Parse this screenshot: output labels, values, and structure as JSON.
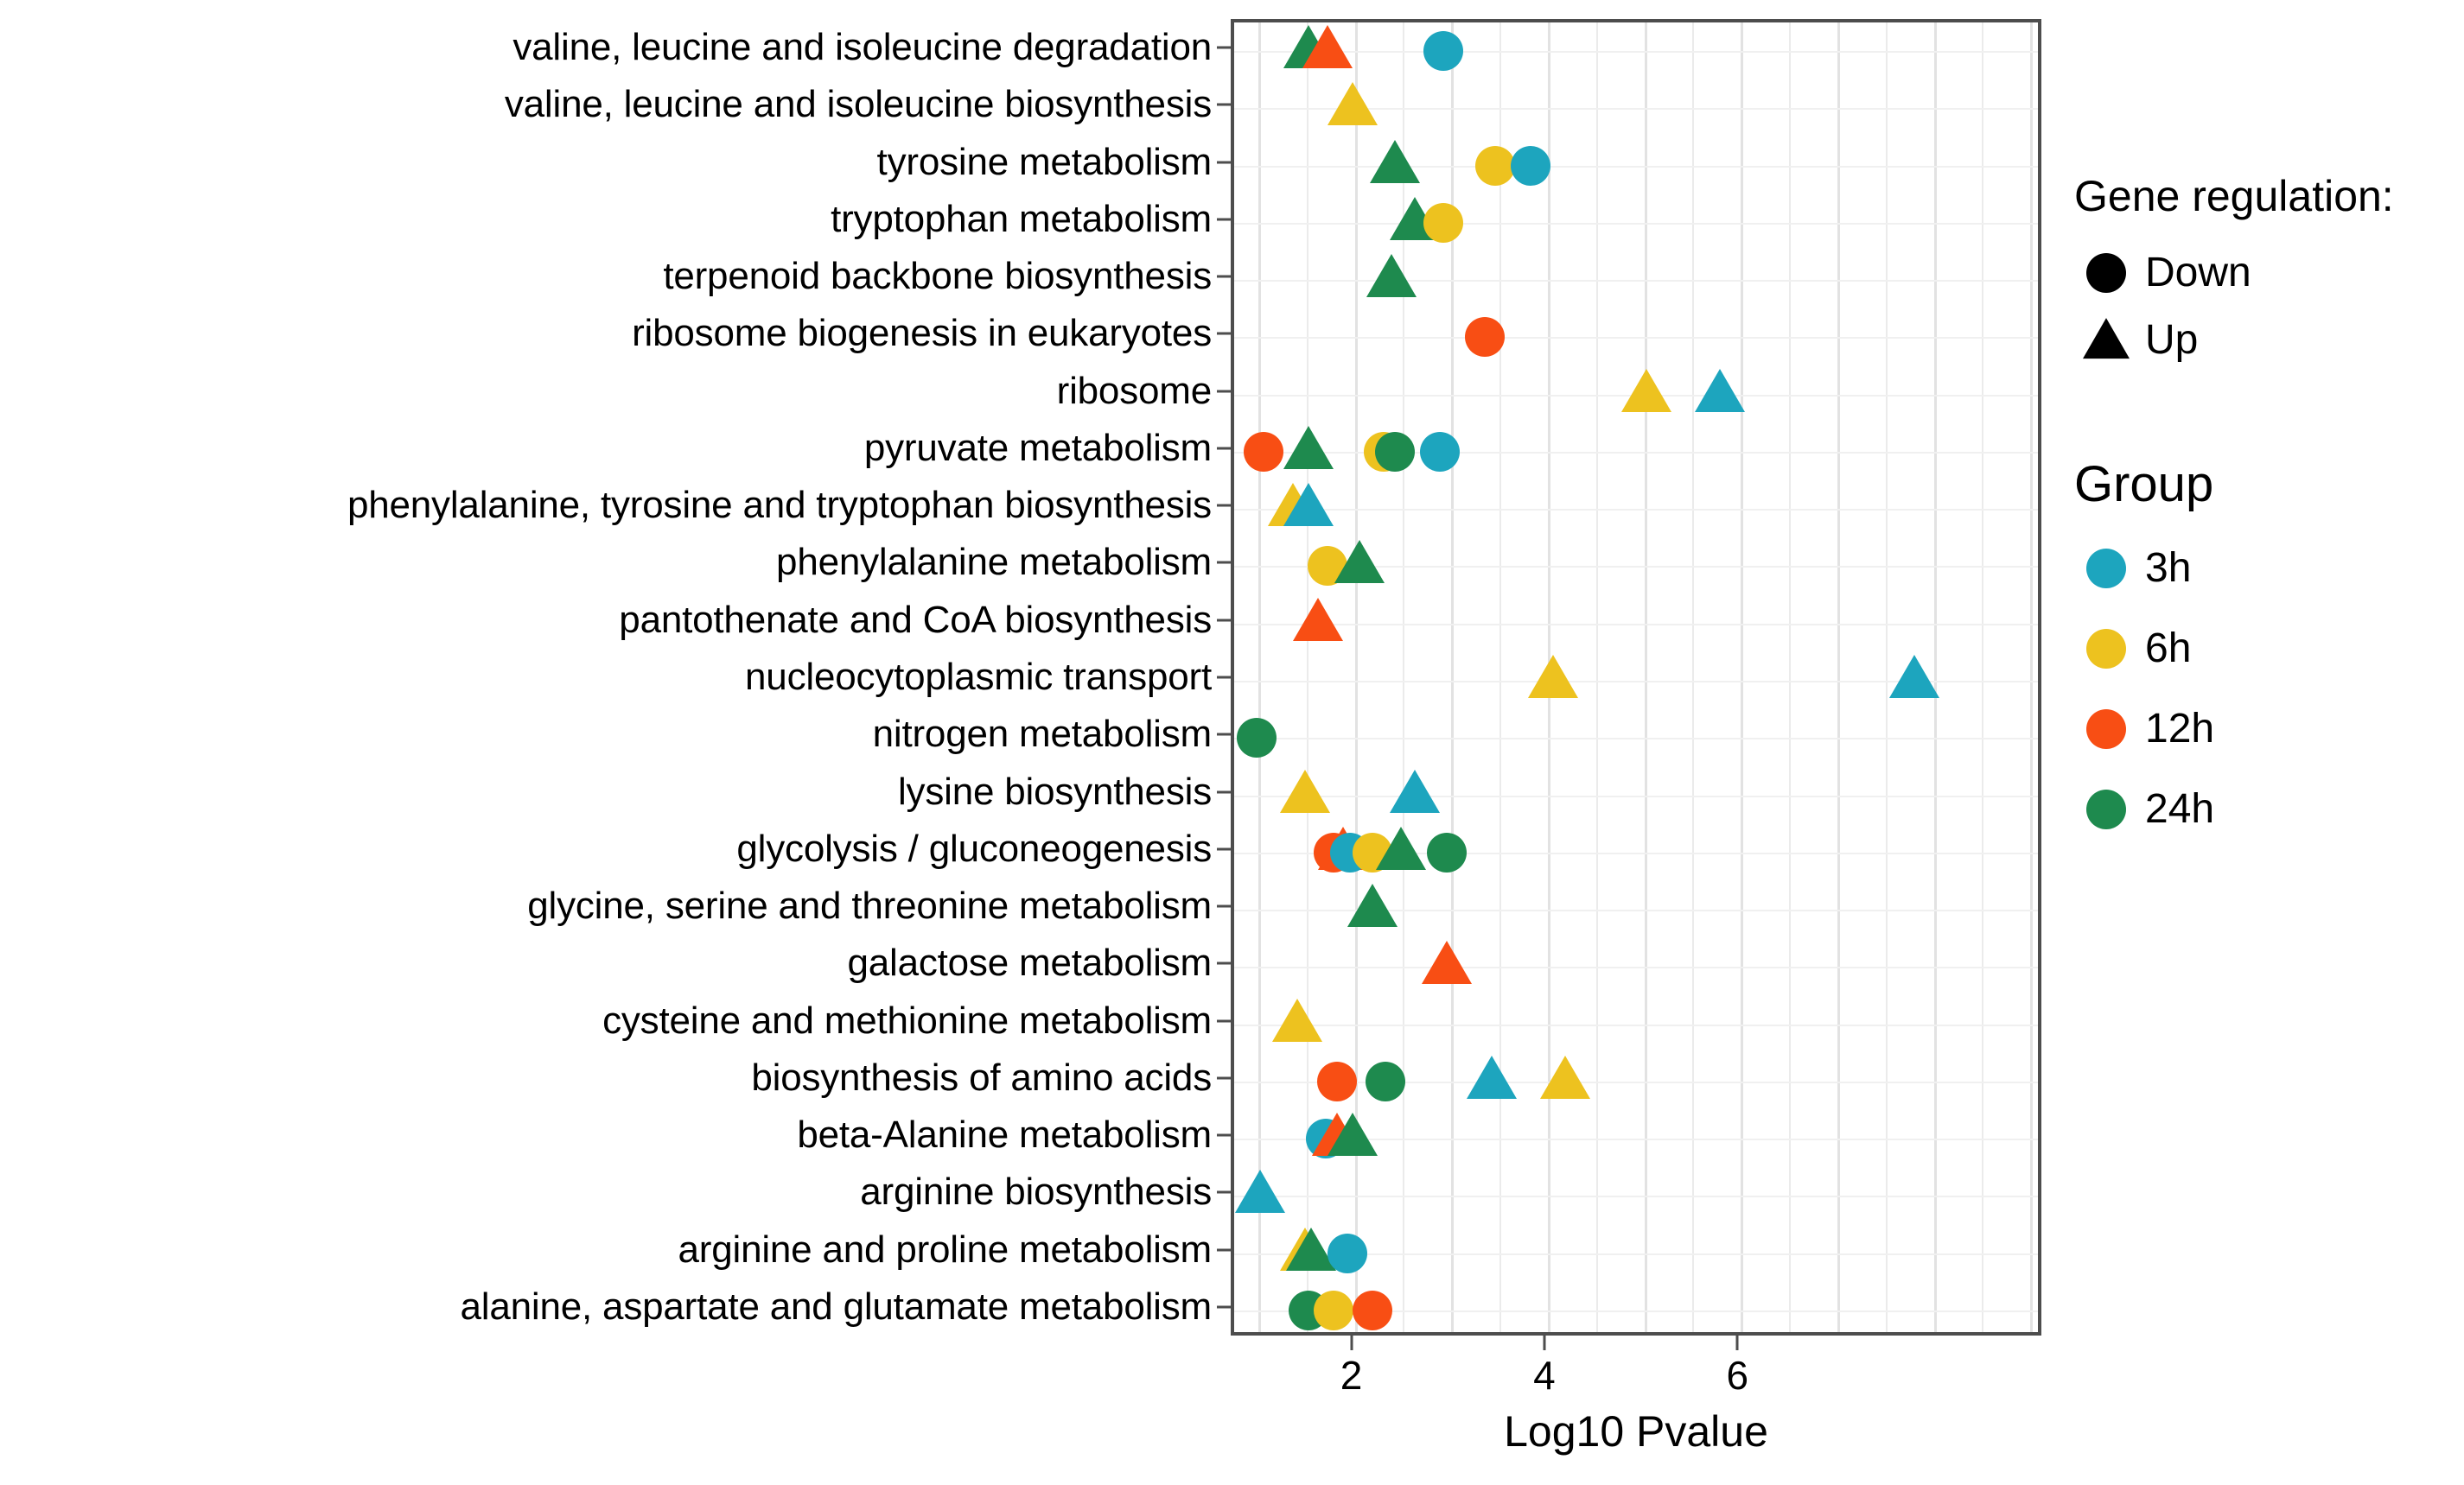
{
  "chart_data": {
    "type": "scatter",
    "title": "",
    "xlabel": "Log10 Pvalue",
    "ylabel": "",
    "xlim": [
      0.75,
      9.15
    ],
    "xticks": [
      2,
      4,
      6
    ],
    "xtick_labels": [
      "2",
      "4",
      "6"
    ],
    "grid": true,
    "legend_position": "right",
    "shape_legend": {
      "title": "Gene regulation:",
      "entries": [
        {
          "label": "Down",
          "shape": "circle"
        },
        {
          "label": "Up",
          "shape": "triangle"
        }
      ]
    },
    "color_legend": {
      "title": "Group",
      "entries": [
        {
          "label": "3h",
          "color": "#1DA5BE"
        },
        {
          "label": "6h",
          "color": "#EDC21F"
        },
        {
          "label": "12h",
          "color": "#F84E14"
        },
        {
          "label": "24h",
          "color": "#1E8A4E"
        }
      ]
    },
    "categories": [
      "valine, leucine and isoleucine degradation",
      "valine, leucine and isoleucine biosynthesis",
      "tyrosine metabolism",
      "tryptophan metabolism",
      "terpenoid backbone biosynthesis",
      "ribosome biogenesis in eukaryotes",
      "ribosome",
      "pyruvate metabolism",
      "phenylalanine, tyrosine and tryptophan biosynthesis",
      "phenylalanine metabolism",
      "pantothenate and CoA biosynthesis",
      "nucleocytoplasmic transport",
      "nitrogen metabolism",
      "lysine biosynthesis",
      "glycolysis / gluconeogenesis",
      "glycine, serine and threonine metabolism",
      "galactose metabolism",
      "cysteine and methionine metabolism",
      "biosynthesis of amino acids",
      "beta-Alanine metabolism",
      "arginine biosynthesis",
      "arginine and proline metabolism",
      "alanine, aspartate and glutamate metabolism"
    ],
    "points": [
      {
        "category": "valine, leucine and isoleucine degradation",
        "x": 1.52,
        "group": "24h",
        "regulation": "Up"
      },
      {
        "category": "valine, leucine and isoleucine degradation",
        "x": 1.72,
        "group": "12h",
        "regulation": "Up"
      },
      {
        "category": "valine, leucine and isoleucine degradation",
        "x": 2.92,
        "group": "3h",
        "regulation": "Down"
      },
      {
        "category": "valine, leucine and isoleucine biosynthesis",
        "x": 1.98,
        "group": "6h",
        "regulation": "Up"
      },
      {
        "category": "tyrosine metabolism",
        "x": 2.42,
        "group": "24h",
        "regulation": "Up"
      },
      {
        "category": "tyrosine metabolism",
        "x": 3.45,
        "group": "6h",
        "regulation": "Down"
      },
      {
        "category": "tyrosine metabolism",
        "x": 3.82,
        "group": "3h",
        "regulation": "Down"
      },
      {
        "category": "tryptophan metabolism",
        "x": 2.62,
        "group": "24h",
        "regulation": "Up"
      },
      {
        "category": "tryptophan metabolism",
        "x": 2.92,
        "group": "6h",
        "regulation": "Down"
      },
      {
        "category": "terpenoid backbone biosynthesis",
        "x": 2.38,
        "group": "24h",
        "regulation": "Up"
      },
      {
        "category": "ribosome biogenesis in eukaryotes",
        "x": 3.35,
        "group": "12h",
        "regulation": "Down"
      },
      {
        "category": "ribosome",
        "x": 5.02,
        "group": "6h",
        "regulation": "Up"
      },
      {
        "category": "ribosome",
        "x": 5.78,
        "group": "3h",
        "regulation": "Up"
      },
      {
        "category": "pyruvate metabolism",
        "x": 1.05,
        "group": "12h",
        "regulation": "Down"
      },
      {
        "category": "pyruvate metabolism",
        "x": 1.52,
        "group": "24h",
        "regulation": "Up"
      },
      {
        "category": "pyruvate metabolism",
        "x": 2.3,
        "group": "6h",
        "regulation": "Down"
      },
      {
        "category": "pyruvate metabolism",
        "x": 2.42,
        "group": "24h",
        "regulation": "Down"
      },
      {
        "category": "pyruvate metabolism",
        "x": 2.88,
        "group": "3h",
        "regulation": "Down"
      },
      {
        "category": "phenylalanine, tyrosine and tryptophan biosynthesis",
        "x": 1.36,
        "group": "6h",
        "regulation": "Up"
      },
      {
        "category": "phenylalanine, tyrosine and tryptophan biosynthesis",
        "x": 1.52,
        "group": "3h",
        "regulation": "Up"
      },
      {
        "category": "phenylalanine metabolism",
        "x": 1.72,
        "group": "6h",
        "regulation": "Down"
      },
      {
        "category": "phenylalanine metabolism",
        "x": 2.05,
        "group": "24h",
        "regulation": "Up"
      },
      {
        "category": "pantothenate and CoA biosynthesis",
        "x": 1.62,
        "group": "12h",
        "regulation": "Up"
      },
      {
        "category": "nucleocytoplasmic transport",
        "x": 4.05,
        "group": "6h",
        "regulation": "Up"
      },
      {
        "category": "nucleocytoplasmic transport",
        "x": 7.8,
        "group": "3h",
        "regulation": "Up"
      },
      {
        "category": "nitrogen metabolism",
        "x": 0.98,
        "group": "24h",
        "regulation": "Down"
      },
      {
        "category": "lysine biosynthesis",
        "x": 1.48,
        "group": "6h",
        "regulation": "Up"
      },
      {
        "category": "lysine biosynthesis",
        "x": 2.62,
        "group": "3h",
        "regulation": "Up"
      },
      {
        "category": "glycolysis / gluconeogenesis",
        "x": 1.78,
        "group": "12h",
        "regulation": "Down"
      },
      {
        "category": "glycolysis / gluconeogenesis",
        "x": 1.88,
        "group": "12h",
        "regulation": "Up"
      },
      {
        "category": "glycolysis / gluconeogenesis",
        "x": 1.95,
        "group": "3h",
        "regulation": "Down"
      },
      {
        "category": "glycolysis / gluconeogenesis",
        "x": 2.18,
        "group": "6h",
        "regulation": "Down"
      },
      {
        "category": "glycolysis / gluconeogenesis",
        "x": 2.48,
        "group": "24h",
        "regulation": "Up"
      },
      {
        "category": "glycolysis / gluconeogenesis",
        "x": 2.95,
        "group": "24h",
        "regulation": "Down"
      },
      {
        "category": "glycine, serine and threonine metabolism",
        "x": 2.18,
        "group": "24h",
        "regulation": "Up"
      },
      {
        "category": "galactose metabolism",
        "x": 2.95,
        "group": "12h",
        "regulation": "Up"
      },
      {
        "category": "cysteine and methionine metabolism",
        "x": 1.4,
        "group": "6h",
        "regulation": "Up"
      },
      {
        "category": "biosynthesis of amino acids",
        "x": 1.82,
        "group": "12h",
        "regulation": "Down"
      },
      {
        "category": "biosynthesis of amino acids",
        "x": 2.32,
        "group": "24h",
        "regulation": "Down"
      },
      {
        "category": "biosynthesis of amino acids",
        "x": 3.42,
        "group": "3h",
        "regulation": "Up"
      },
      {
        "category": "biosynthesis of amino acids",
        "x": 4.18,
        "group": "6h",
        "regulation": "Up"
      },
      {
        "category": "beta-Alanine metabolism",
        "x": 1.7,
        "group": "3h",
        "regulation": "Down"
      },
      {
        "category": "beta-Alanine metabolism",
        "x": 1.82,
        "group": "12h",
        "regulation": "Up"
      },
      {
        "category": "beta-Alanine metabolism",
        "x": 1.98,
        "group": "24h",
        "regulation": "Up"
      },
      {
        "category": "arginine biosynthesis",
        "x": 1.02,
        "group": "3h",
        "regulation": "Up"
      },
      {
        "category": "arginine and proline metabolism",
        "x": 1.48,
        "group": "6h",
        "regulation": "Up"
      },
      {
        "category": "arginine and proline metabolism",
        "x": 1.55,
        "group": "24h",
        "regulation": "Up"
      },
      {
        "category": "arginine and proline metabolism",
        "x": 1.92,
        "group": "3h",
        "regulation": "Down"
      },
      {
        "category": "alanine, aspartate and glutamate metabolism",
        "x": 1.52,
        "group": "24h",
        "regulation": "Down"
      },
      {
        "category": "alanine, aspartate and glutamate metabolism",
        "x": 1.78,
        "group": "6h",
        "regulation": "Down"
      },
      {
        "category": "alanine, aspartate and glutamate metabolism",
        "x": 2.18,
        "group": "12h",
        "regulation": "Down"
      }
    ]
  }
}
